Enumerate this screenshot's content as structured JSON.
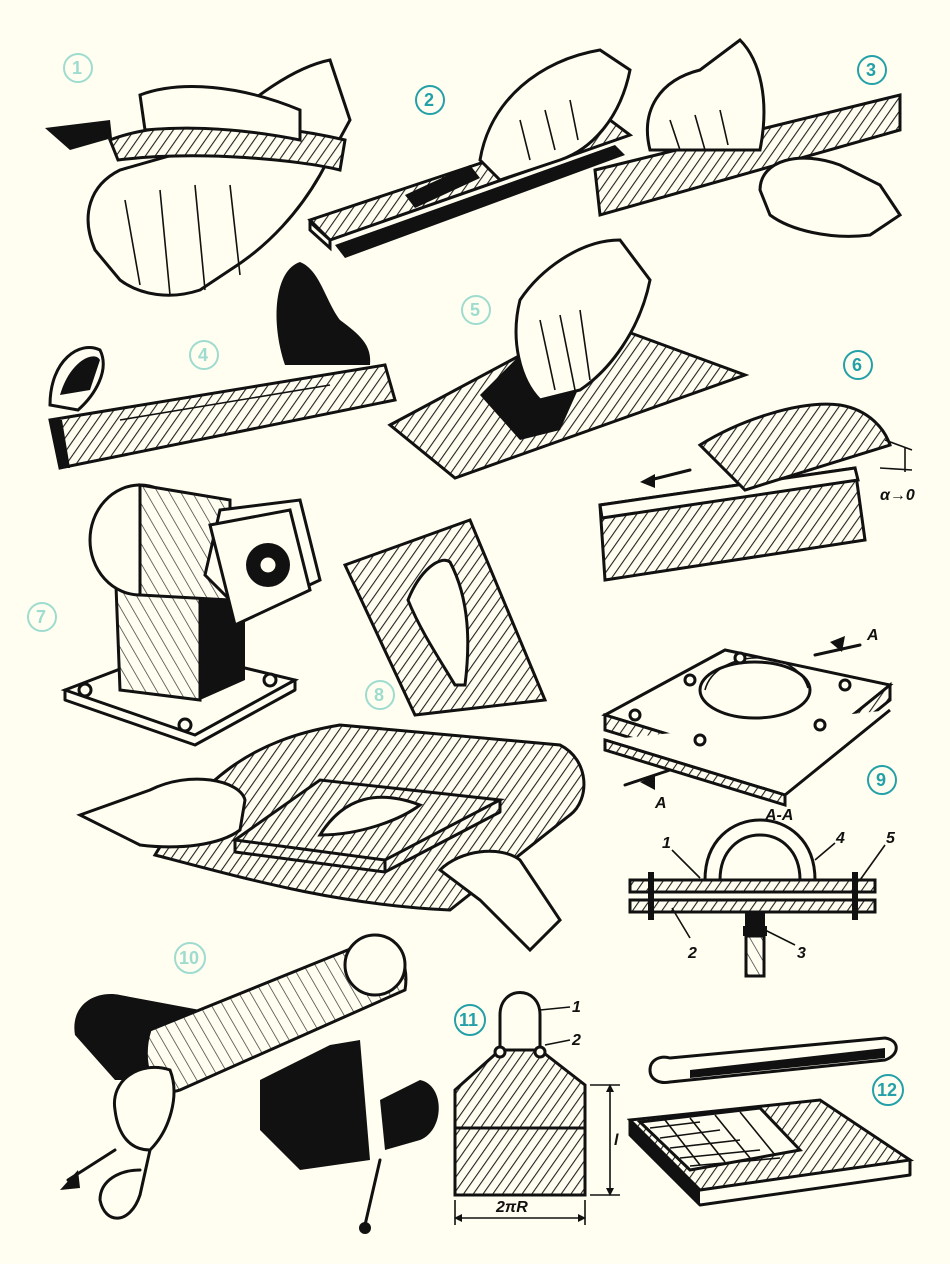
{
  "figures": [
    {
      "id": "fig-1",
      "number": "1",
      "pale": false
    },
    {
      "id": "fig-2",
      "number": "2",
      "pale": false
    },
    {
      "id": "fig-3",
      "number": "3",
      "pale": false
    },
    {
      "id": "fig-4",
      "number": "4",
      "pale": false
    },
    {
      "id": "fig-5",
      "number": "5",
      "pale": true
    },
    {
      "id": "fig-6",
      "number": "6",
      "pale": false
    },
    {
      "id": "fig-7",
      "number": "7",
      "pale": true
    },
    {
      "id": "fig-8",
      "number": "8",
      "pale": false
    },
    {
      "id": "fig-9",
      "number": "9",
      "pale": false
    },
    {
      "id": "fig-10",
      "number": "10",
      "pale": true
    },
    {
      "id": "fig-11",
      "number": "11",
      "pale": false
    },
    {
      "id": "fig-12",
      "number": "12",
      "pale": false
    }
  ],
  "fig6": {
    "angle_label": "α→0"
  },
  "fig9": {
    "section_arrow_label": "A",
    "section_title": "A-A",
    "parts": [
      "1",
      "2",
      "3",
      "4",
      "5"
    ]
  },
  "fig11": {
    "parts": [
      "1",
      "2"
    ],
    "height_label": "l",
    "width_label": "2πR"
  },
  "colors": {
    "ink": "#111111",
    "paper": "#fffef0",
    "label_accent": "#24a0a8",
    "label_pale": "#9fdcd0"
  }
}
